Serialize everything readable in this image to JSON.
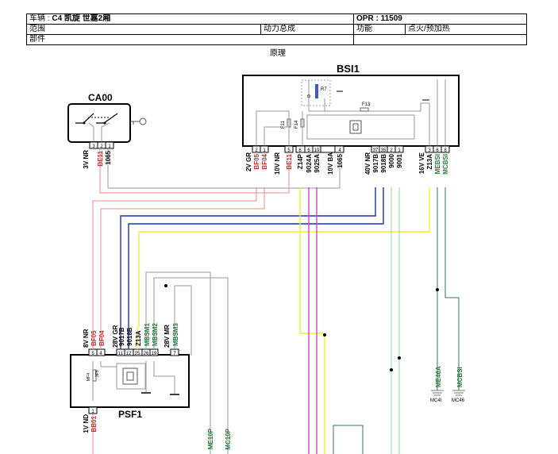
{
  "header": {
    "vehicle_label": "车辆 : ",
    "vehicle_value": "C4 凯旋 世嘉2厢",
    "opr_label": "OPR : ",
    "opr_value": "11509",
    "range_label": "范围",
    "system": "动力总成",
    "function_label": "功能",
    "function_value": "点火/预加热",
    "part_label": "部件"
  },
  "caption": "原理",
  "components": {
    "bsi": "BSI1",
    "ca00": "CA00",
    "psf": "PSF1"
  },
  "bsi_internal": {
    "r7": "R7",
    "f13": "F13",
    "f11": "F11",
    "f14": "F14"
  },
  "psf_internal": {
    "mf4": "MF4",
    "fuse": "3F5"
  },
  "connectors": {
    "ca00": {
      "label": "3V NR",
      "pins": [
        "3",
        "2",
        "1"
      ]
    },
    "bsi_a": {
      "label": "2V GR",
      "pins": [
        "2",
        "1"
      ]
    },
    "bsi_b": {
      "label": "10V NR",
      "pins": [
        "5"
      ]
    },
    "bsi_c": {
      "label": "",
      "pins": [
        "8",
        "6",
        "10",
        "4"
      ]
    },
    "bsi_c_tail": {
      "label": "10V BA"
    },
    "bsi_d": {
      "label": "40V NR",
      "pins": [
        "37",
        "35",
        "2",
        "1"
      ]
    },
    "bsi_e": {
      "label": "16V VE",
      "pins": [
        "3",
        "6",
        "8"
      ]
    },
    "psf_a": {
      "label": "8V NR",
      "pins": [
        "5",
        "4"
      ]
    },
    "psf_b": {
      "label": "28V GR",
      "pins": [
        "11",
        "12",
        "25",
        "26",
        "19"
      ]
    },
    "psf_c": {
      "label": "28V MR",
      "pins": [
        "7"
      ]
    },
    "psf_d": {
      "label": "1V ND",
      "pins": [
        "1"
      ]
    }
  },
  "wires": {
    "ca_be11": "BE11",
    "ca_1065": "1065",
    "bf05": "BF05",
    "bf04": "BF04",
    "bsi_be11": "BE11",
    "z14p": "Z14P",
    "w9024a": "9024A",
    "w9025a": "9025A",
    "w1065": "1065",
    "w9017b": "9017B",
    "w9018b": "9018B",
    "w9000": "9000",
    "w9001": "9001",
    "z13a": "Z13A",
    "mebsi": "MEBSI",
    "mcbsi": "MCBSI",
    "psf_bf05": "BF05",
    "psf_bf04": "BF04",
    "psf_9017b": "9017B",
    "psf_9018b": "9018B",
    "psf_z13a": "Z13A",
    "mbsm1": "MBSM1",
    "mbsm2": "MBSM2",
    "mbsm3": "MBSM3",
    "bb01": "BB01",
    "me10p": "ME10P",
    "mc10p": "MC10P",
    "me46a": "ME46A",
    "mcbsi_low": "MCBSI"
  },
  "grounds": {
    "mc4i": "MC4I",
    "mc46": "MC46"
  },
  "colors": {
    "red": "#ee8a8a",
    "blue": "#1b2fb0",
    "yellow": "#f2ef2a",
    "magenta": "#dd3ddd",
    "green": "#8fda8f",
    "darkgreen": "#2f7a52",
    "gray": "#999999",
    "red_text": "#d0282a",
    "green_text": "#2a7a3a"
  }
}
